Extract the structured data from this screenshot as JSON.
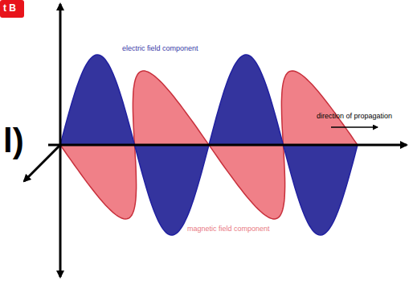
{
  "diagram": {
    "labels": [
      "t B",
      "l)",
      "electric field component",
      "direction of propagation",
      "magnetic field component"
    ]
  }
}
